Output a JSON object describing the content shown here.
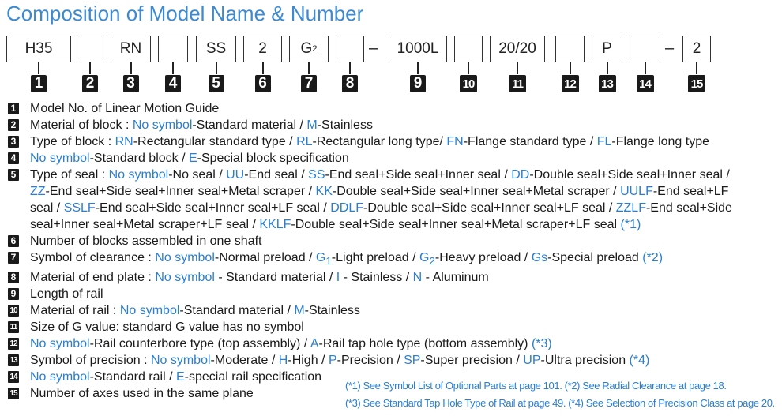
{
  "title": "Composition of Model Name & Number",
  "code_boxes": [
    {
      "text": "H35",
      "num": "1"
    },
    {
      "text": "",
      "num": "2"
    },
    {
      "text": "RN",
      "num": "3"
    },
    {
      "text": "",
      "num": "4"
    },
    {
      "text": "SS",
      "num": "5"
    },
    {
      "text": "2",
      "num": "6"
    },
    {
      "text": "G",
      "sub": "2",
      "num": "7"
    },
    {
      "text": "",
      "num": "8"
    },
    {
      "text": "1000L",
      "num": "9"
    },
    {
      "text": "",
      "num": "10"
    },
    {
      "text": "20/20",
      "num": "11"
    },
    {
      "text": "",
      "num": "12"
    },
    {
      "text": "P",
      "num": "13"
    },
    {
      "text": "",
      "num": "14"
    },
    {
      "text": "2",
      "num": "15"
    }
  ],
  "dash": "–",
  "items": [
    {
      "num": "1",
      "lines": [
        [
          {
            "t": "Model No. of Linear Motion Guide"
          }
        ]
      ]
    },
    {
      "num": "2",
      "lines": [
        [
          {
            "t": "Material of block : "
          },
          {
            "t": "No symbol",
            "b": 1
          },
          {
            "t": "-Standard material / "
          },
          {
            "t": "M",
            "b": 1
          },
          {
            "t": "-Stainless"
          }
        ]
      ]
    },
    {
      "num": "3",
      "lines": [
        [
          {
            "t": "Type of block : "
          },
          {
            "t": "RN",
            "b": 1
          },
          {
            "t": "-Rectangular standard type / "
          },
          {
            "t": "RL",
            "b": 1
          },
          {
            "t": "-Rectangular long type/ "
          },
          {
            "t": "FN",
            "b": 1
          },
          {
            "t": "-Flange standard type / "
          },
          {
            "t": "FL",
            "b": 1
          },
          {
            "t": "-Flange long type"
          }
        ]
      ]
    },
    {
      "num": "4",
      "lines": [
        [
          {
            "t": "No symbol",
            "b": 1
          },
          {
            "t": "-Standard block / "
          },
          {
            "t": "E",
            "b": 1
          },
          {
            "t": "-Special block specification"
          }
        ]
      ]
    },
    {
      "num": "5",
      "lines": [
        [
          {
            "t": "Type of seal : "
          },
          {
            "t": "No symbol",
            "b": 1
          },
          {
            "t": "-No seal / "
          },
          {
            "t": "UU",
            "b": 1
          },
          {
            "t": "-End seal / "
          },
          {
            "t": "SS",
            "b": 1
          },
          {
            "t": "-End seal+Side seal+Inner seal / "
          },
          {
            "t": "DD",
            "b": 1
          },
          {
            "t": "-Double seal+Side seal+Inner seal /"
          }
        ],
        [
          {
            "t": "ZZ",
            "b": 1
          },
          {
            "t": "-End seal+Side seal+Inner seal+Metal scraper / "
          },
          {
            "t": "KK",
            "b": 1
          },
          {
            "t": "-Double seal+Side seal+Inner seal+Metal scraper / "
          },
          {
            "t": "UULF",
            "b": 1
          },
          {
            "t": "-End seal+LF"
          }
        ],
        [
          {
            "t": "seal / "
          },
          {
            "t": "SSLF",
            "b": 1
          },
          {
            "t": "-End seal+Side seal+Inner seal+LF seal / "
          },
          {
            "t": "DDLF",
            "b": 1
          },
          {
            "t": "-Double seal+Side seal+Inner seal+LF seal / "
          },
          {
            "t": "ZZLF",
            "b": 1
          },
          {
            "t": "-End seal+Side"
          }
        ],
        [
          {
            "t": "seal+Inner seal+Metal scraper+LF seal / "
          },
          {
            "t": "KKLF",
            "b": 1
          },
          {
            "t": "-Double seal+Side seal+Inner seal+Metal scraper+LF seal "
          },
          {
            "t": "(*1)",
            "b": 1
          }
        ]
      ]
    },
    {
      "num": "6",
      "lines": [
        [
          {
            "t": "Number of blocks assembled in one shaft"
          }
        ]
      ]
    },
    {
      "num": "7",
      "lines": [
        [
          {
            "t": "Symbol of clearance : "
          },
          {
            "t": "No symbol",
            "b": 1
          },
          {
            "t": "-Normal preload / "
          },
          {
            "t": "G",
            "b": 1,
            "s": "1"
          },
          {
            "t": "-Light preload / "
          },
          {
            "t": "G",
            "b": 1,
            "s": "2"
          },
          {
            "t": "-Heavy preload / "
          },
          {
            "t": "Gs",
            "b": 1
          },
          {
            "t": "-Special preload  "
          },
          {
            "t": "(*2)",
            "b": 1
          }
        ]
      ]
    },
    {
      "num": "8",
      "lines": [
        [
          {
            "t": "Material of end plate : "
          },
          {
            "t": "No symbol",
            "b": 1
          },
          {
            "t": " - Standard material / "
          },
          {
            "t": "I",
            "b": 1
          },
          {
            "t": " - Stainless / "
          },
          {
            "t": "N",
            "b": 1
          },
          {
            "t": " - Aluminum"
          }
        ]
      ]
    },
    {
      "num": "9",
      "lines": [
        [
          {
            "t": "Length of rail"
          }
        ]
      ]
    },
    {
      "num": "10",
      "lines": [
        [
          {
            "t": "Material of rail : "
          },
          {
            "t": "No symbol",
            "b": 1
          },
          {
            "t": "-Standard material / "
          },
          {
            "t": "M",
            "b": 1
          },
          {
            "t": "-Stainless"
          }
        ]
      ]
    },
    {
      "num": "11",
      "lines": [
        [
          {
            "t": "Size of G value: standard G value has no symbol"
          }
        ]
      ]
    },
    {
      "num": "12",
      "lines": [
        [
          {
            "t": "No symbol",
            "b": 1
          },
          {
            "t": "-Rail counterbore type (top assembly) / "
          },
          {
            "t": "A",
            "b": 1
          },
          {
            "t": "-Rail tap hole type (bottom assembly) "
          },
          {
            "t": "(*3)",
            "b": 1
          }
        ]
      ]
    },
    {
      "num": "13",
      "lines": [
        [
          {
            "t": "Symbol of precision : "
          },
          {
            "t": "No symbol",
            "b": 1
          },
          {
            "t": "-Moderate / "
          },
          {
            "t": "H",
            "b": 1
          },
          {
            "t": "-High / "
          },
          {
            "t": "P",
            "b": 1
          },
          {
            "t": "-Precision / "
          },
          {
            "t": "SP",
            "b": 1
          },
          {
            "t": "-Super precision / "
          },
          {
            "t": "UP",
            "b": 1
          },
          {
            "t": "-Ultra precision  "
          },
          {
            "t": "(*4)",
            "b": 1
          }
        ]
      ]
    },
    {
      "num": "14",
      "lines": [
        [
          {
            "t": "No symbol",
            "b": 1
          },
          {
            "t": "-Standard rail / "
          },
          {
            "t": "E",
            "b": 1
          },
          {
            "t": "-special rail specification"
          }
        ]
      ]
    },
    {
      "num": "15",
      "lines": [
        [
          {
            "t": "Number of axes used in the same plane"
          }
        ]
      ]
    }
  ],
  "notes": [
    "(*1) See Symbol List of Optional Parts at page 101.    (*2) See Radial Clearance at page 18.",
    "(*3) See Standard Tap Hole Type of Rail at page 49.  (*4) See Selection of Precision Class at page 20."
  ],
  "colors": {
    "accent": "#2a7fd0",
    "title": "#3d8ad0"
  }
}
